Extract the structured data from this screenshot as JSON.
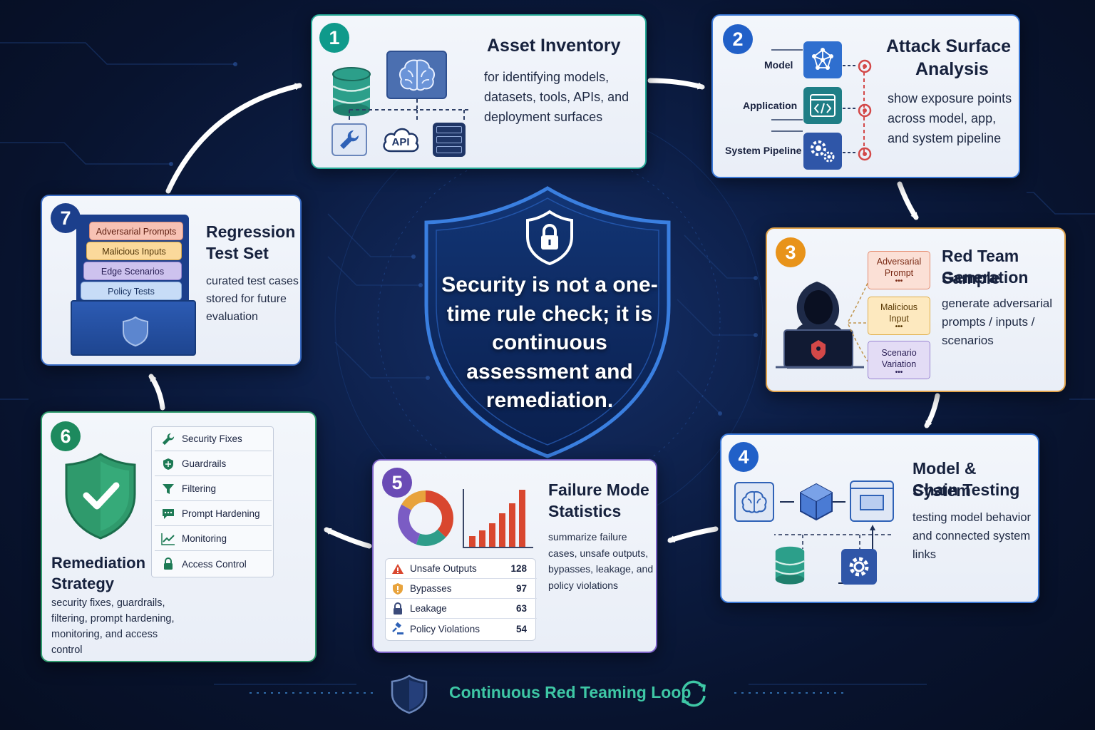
{
  "center": {
    "text": "Security is not a one-time rule check; it is continuous assessment and remediation."
  },
  "footer": {
    "label": "Continuous Red Teaming Loop"
  },
  "steps": {
    "s1": {
      "number": "1",
      "title": "Asset Inventory",
      "description": "for identifying models, datasets, tools, APIs, and deployment surfaces",
      "api_label": "API",
      "accent": "#0f9a8b"
    },
    "s2": {
      "number": "2",
      "title_line1": "Attack Surface",
      "title_line2": "Analysis",
      "description": "show exposure points across model, app, and system pipeline",
      "layers": [
        "Model",
        "Application",
        "System Pipeline"
      ],
      "accent": "#2160c8"
    },
    "s3": {
      "number": "3",
      "title_line1": "Red Team Sample",
      "title_line2": "Generation",
      "description": "generate adversarial prompts / inputs / scenarios",
      "samples": [
        {
          "line1": "Adversarial",
          "line2": "Prompt"
        },
        {
          "line1": "Malicious",
          "line2": "Input"
        },
        {
          "line1": "Scenario",
          "line2": "Variation"
        }
      ],
      "accent": "#e8931a"
    },
    "s4": {
      "number": "4",
      "title_line1": "Model & System",
      "title_line2": "Chain Testing",
      "description": "testing model behavior and connected system links",
      "accent": "#2160c8"
    },
    "s5": {
      "number": "5",
      "title_line1": "Failure Mode",
      "title_line2": "Statistics",
      "description": "summarize failure cases, unsafe outputs, bypasses, leakage, and policy violations",
      "stats": [
        {
          "name": "Unsafe Outputs",
          "value": "128",
          "icon": "warning-icon"
        },
        {
          "name": "Bypasses",
          "value": "97",
          "icon": "shield-alert-icon"
        },
        {
          "name": "Leakage",
          "value": "63",
          "icon": "lock-icon"
        },
        {
          "name": "Policy Violations",
          "value": "54",
          "icon": "gavel-icon"
        }
      ],
      "accent": "#6a4bb5"
    },
    "s6": {
      "number": "6",
      "title_line1": "Remediation",
      "title_line2": "Strategy",
      "description": "security fixes, guardrails, filtering, prompt hardening, monitoring, and access control",
      "fixes": [
        {
          "name": "Security Fixes",
          "icon": "wrench-icon"
        },
        {
          "name": "Guardrails",
          "icon": "shield-icon"
        },
        {
          "name": "Filtering",
          "icon": "filter-icon"
        },
        {
          "name": "Prompt Hardening",
          "icon": "chat-icon"
        },
        {
          "name": "Monitoring",
          "icon": "chart-line-icon"
        },
        {
          "name": "Access Control",
          "icon": "lock-icon"
        }
      ],
      "accent": "#1d8a5e"
    },
    "s7": {
      "number": "7",
      "title_line1": "Regression",
      "title_line2": "Test Set",
      "description": "curated test cases stored for future evaluation",
      "folders": [
        "Adversarial Prompts",
        "Malicious Inputs",
        "Edge Scenarios",
        "Policy Tests"
      ],
      "accent": "#1c3f8c"
    }
  }
}
